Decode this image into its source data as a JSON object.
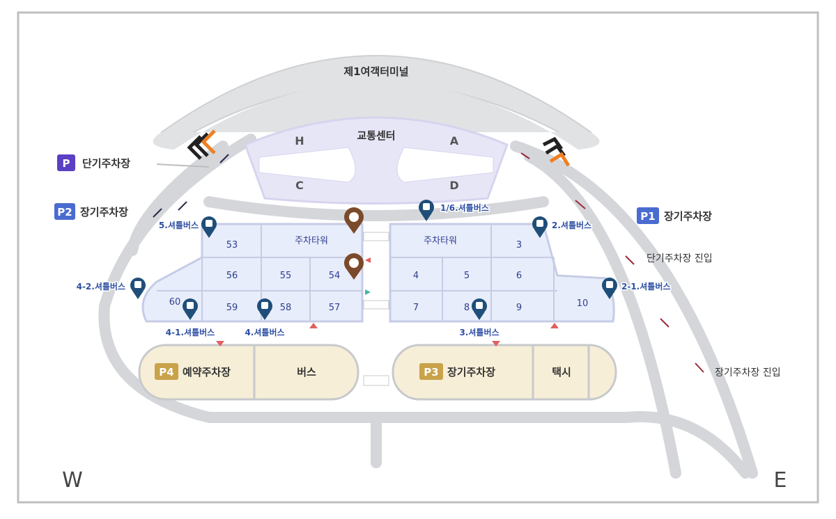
{
  "terminal": {
    "name": "제1여객터미널",
    "transport_center": "교통센터",
    "gates": [
      "H",
      "A",
      "C",
      "D"
    ]
  },
  "compass": {
    "west": "W",
    "east": "E"
  },
  "parking_lots": {
    "short_term": {
      "badge": "P",
      "label": "단기주차장"
    },
    "p1": {
      "badge": "P1",
      "label": "장기주차장"
    },
    "p2": {
      "badge": "P2",
      "label": "장기주차장"
    },
    "p3": {
      "badge": "P3",
      "label": "장기주차장"
    },
    "p4": {
      "badge": "P4",
      "label": "예약주차장"
    }
  },
  "zones": {
    "left": [
      "53",
      "주차타워",
      "56",
      "55",
      "54",
      "60",
      "59",
      "58",
      "57"
    ],
    "right": [
      "주차타워",
      "3",
      "4",
      "5",
      "6",
      "7",
      "8",
      "9",
      "10"
    ]
  },
  "bottom_areas": {
    "bus": "버스",
    "taxi": "택시"
  },
  "shuttle_stops": [
    "1/6.셔틀버스",
    "2.셔틀버스",
    "2-1.셔틀버스",
    "3.셔틀버스",
    "4.셔틀버스",
    "4-1.셔틀버스",
    "4-2.셔틀버스",
    "5.셔틀버스"
  ],
  "entrances": {
    "short_term_entry": "단기주차장 진입",
    "long_term_entry": "장기주차장 진입"
  },
  "colors": {
    "badge_short": "#5b3fc4",
    "badge_long": "#4a6bd0",
    "badge_p3p4": "#c9a24a",
    "zone_fill": "#e8edfb",
    "road": "#d4d6da",
    "shuttle_pin": "#1f4e79",
    "tower_pin": "#7a4a2a"
  }
}
